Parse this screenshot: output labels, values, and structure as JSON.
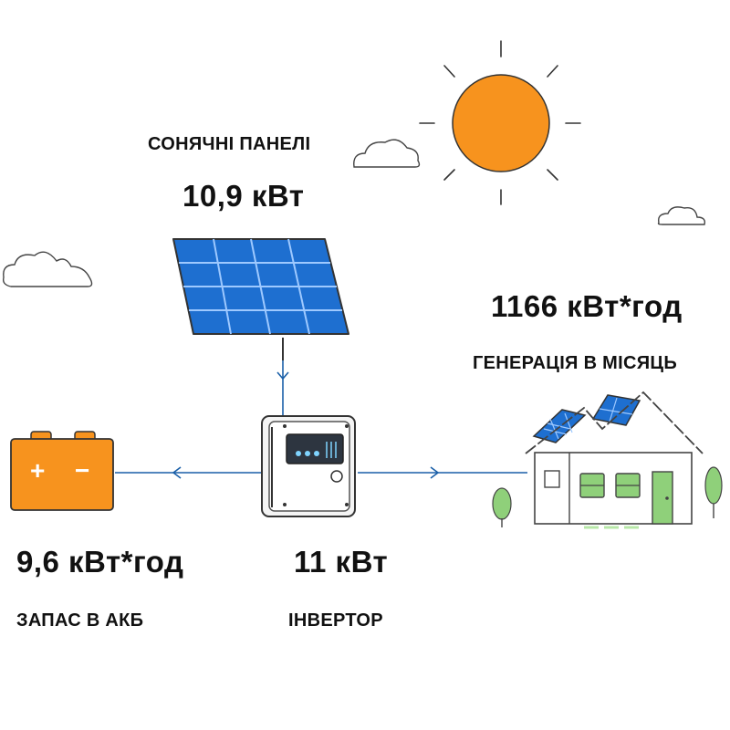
{
  "panels": {
    "label": "СОНЯЧНІ ПАНЕЛІ",
    "power": "10,9 кВт"
  },
  "generation": {
    "value": "1166 кВт*год",
    "label": "ГЕНЕРАЦІЯ В МІСЯЦЬ"
  },
  "battery": {
    "value": "9,6 кВт*год",
    "label": "ЗАПАС В АКБ",
    "plus": "+",
    "minus": "−"
  },
  "inverter": {
    "value": "11 кВт",
    "label": "ІНВЕРТОР"
  },
  "colors": {
    "sun": "#f7931e",
    "battery": "#f7931e",
    "panel": "#1e6fd0",
    "flow_line": "#1a5fa8",
    "outline": "#3a3a3a",
    "green": "#8fd07a"
  },
  "icons": [
    "sun-icon",
    "cloud-icon",
    "solar-panel-icon",
    "inverter-icon",
    "battery-icon",
    "house-icon",
    "tree-icon"
  ]
}
